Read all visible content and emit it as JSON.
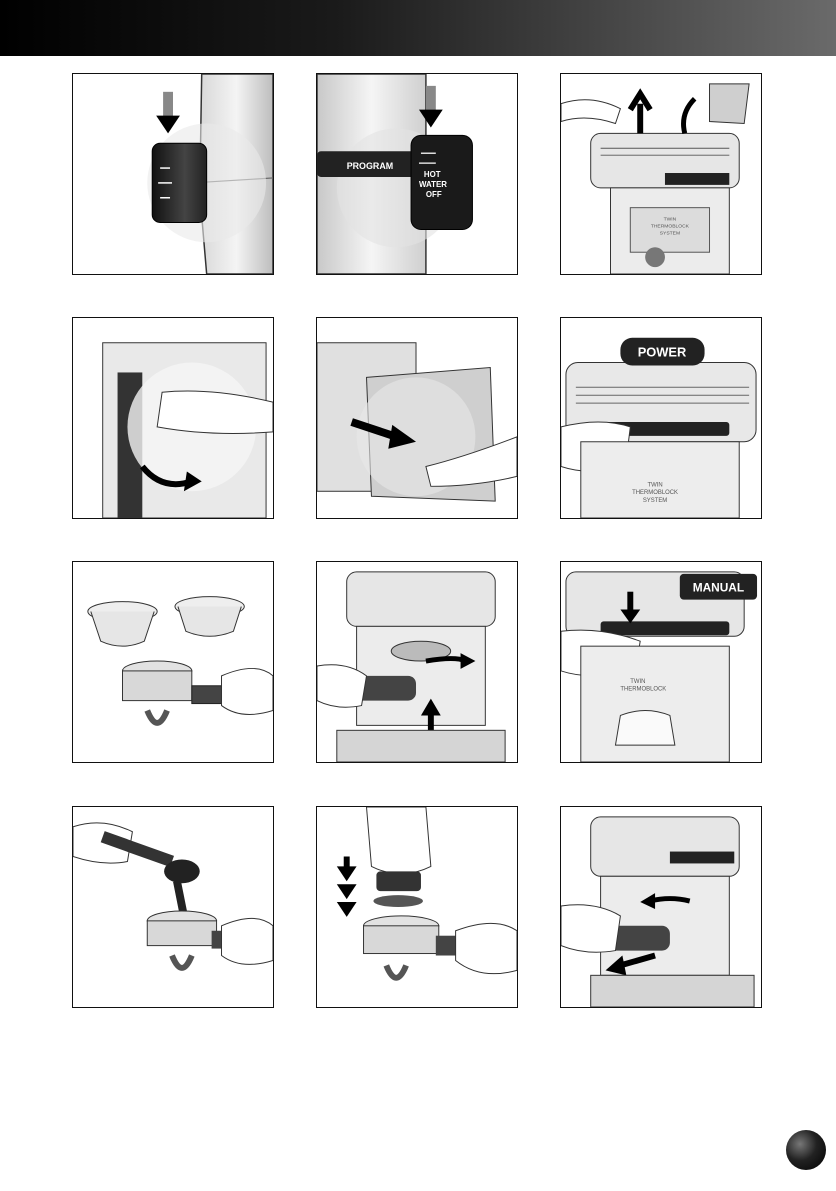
{
  "panels": [
    {
      "id": 1,
      "subject": "steam dial pressed in"
    },
    {
      "id": 2,
      "subject": "dial turned to hot water off",
      "dial_labels": {
        "hot": "HOT",
        "water": "WATER",
        "off": "OFF"
      },
      "button_label": "PROGRAM"
    },
    {
      "id": 3,
      "subject": "fill water tank",
      "machine_text": {
        "line1": "TWIN",
        "line2": "THERMOBLOCK",
        "line3": "SYSTEM"
      }
    },
    {
      "id": 4,
      "subject": "open side cover"
    },
    {
      "id": 5,
      "subject": "remove water tank"
    },
    {
      "id": 6,
      "subject": "press power button",
      "badge": "POWER",
      "machine_text": {
        "line1": "TWIN",
        "line2": "THERMOBLOCK",
        "line3": "SYSTEM"
      }
    },
    {
      "id": 7,
      "subject": "filter baskets and portafilter"
    },
    {
      "id": 8,
      "subject": "insert portafilter"
    },
    {
      "id": 9,
      "subject": "press manual button",
      "badge": "MANUAL",
      "machine_text": {
        "line1": "TWIN",
        "line2": "THERMOBLOCK"
      }
    },
    {
      "id": 10,
      "subject": "dose ground coffee"
    },
    {
      "id": 11,
      "subject": "tamp coffee"
    },
    {
      "id": 12,
      "subject": "remove portafilter"
    }
  ]
}
